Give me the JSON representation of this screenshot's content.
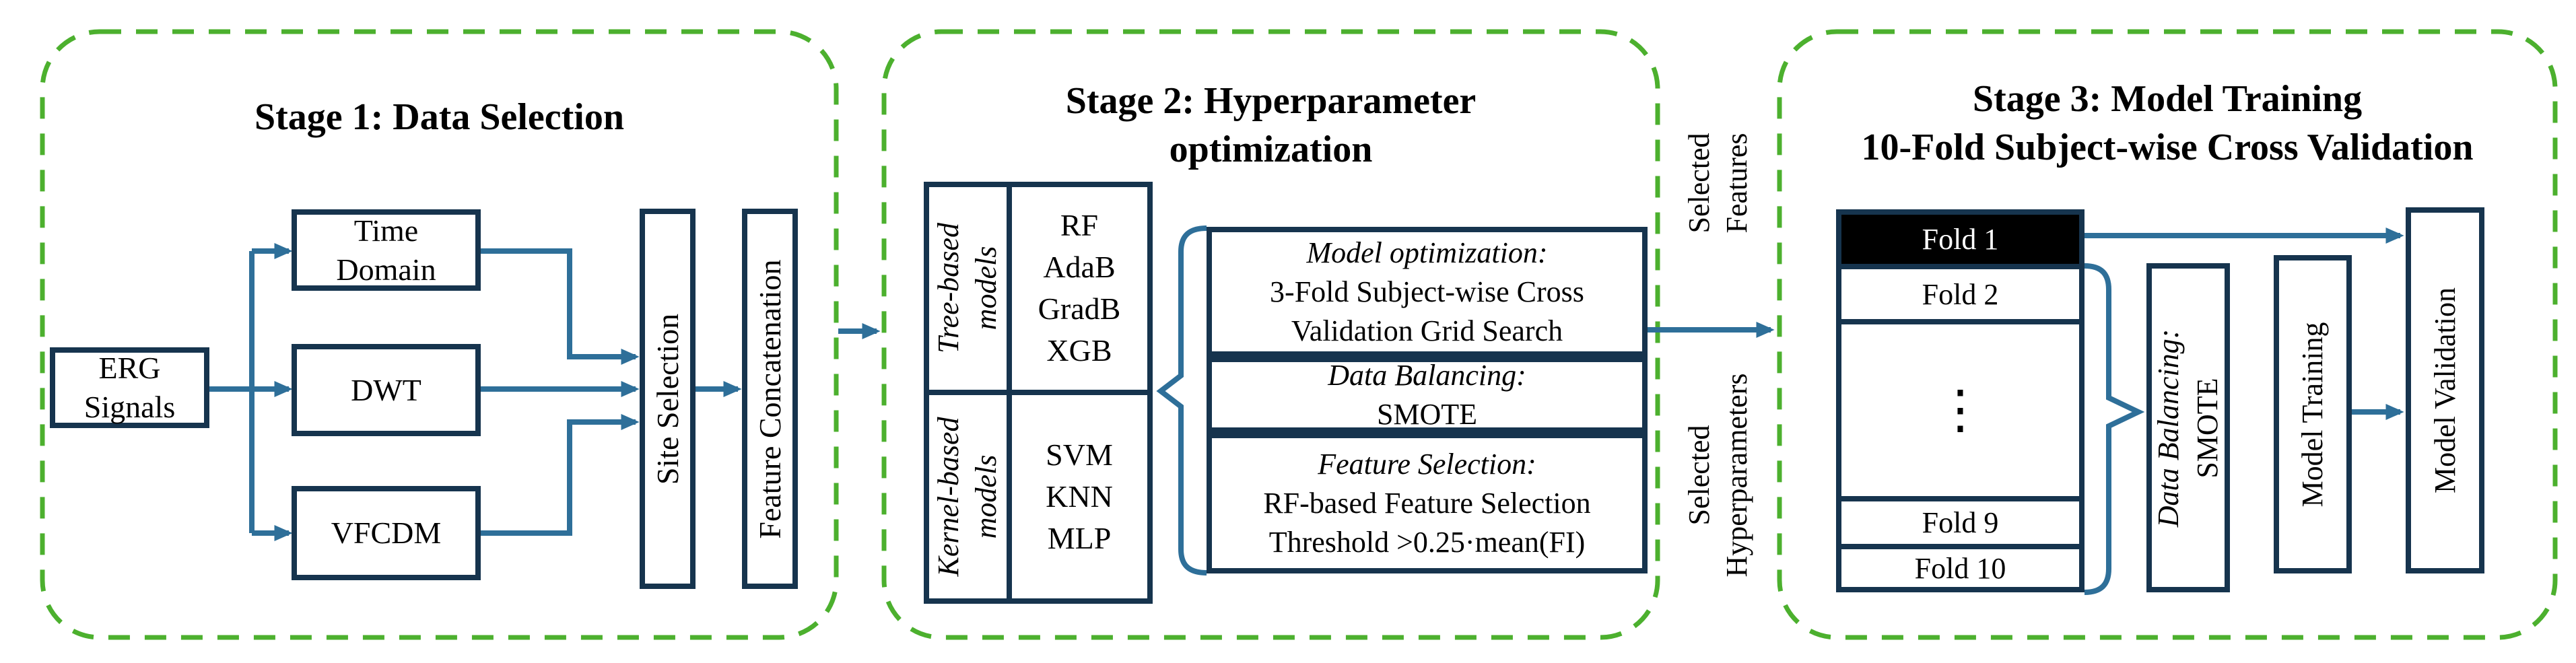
{
  "colors": {
    "stage_border_green": "#4cb02e",
    "box_border_navy": "#16344e",
    "arrow_blue": "#2e6f99",
    "fold1_fill_black": "#000000"
  },
  "stage1": {
    "title": "Stage 1: Data Selection",
    "erg": {
      "line1": "ERG",
      "line2": "Signals"
    },
    "time_domain": {
      "line1": "Time",
      "line2": "Domain"
    },
    "dwt": "DWT",
    "vfcdm": "VFCDM",
    "site_selection": "Site Selection",
    "feature_concatenation": "Feature Concatenation"
  },
  "stage2": {
    "title_line1": "Stage 2: Hyperparameter",
    "title_line2": "optimization",
    "tree_group": {
      "line1": "Tree-based",
      "line2": "models"
    },
    "tree_models": [
      "RF",
      "AdaB",
      "GradB",
      "XGB"
    ],
    "kernel_group": {
      "line1": "Kernel-based",
      "line2": "models"
    },
    "kernel_models": [
      "SVM",
      "KNN",
      "MLP"
    ],
    "model_optimization": {
      "heading": "Model optimization:",
      "line2": "3-Fold Subject-wise Cross",
      "line3": "Validation Grid Search"
    },
    "data_balancing": {
      "heading": "Data Balancing:",
      "line2": "SMOTE"
    },
    "feature_selection": {
      "heading": "Feature Selection:",
      "line2": "RF-based Feature Selection",
      "line3": "Threshold >0.25·mean(FI)"
    }
  },
  "transition": {
    "selected_features": {
      "line1": "Selected",
      "line2": "Features"
    },
    "selected_hyperparameters": {
      "line1": "Selected",
      "line2": "Hyperparameters"
    }
  },
  "stage3": {
    "title_line1": "Stage 3: Model Training",
    "title_line2": "10-Fold Subject-wise Cross Validation",
    "folds": [
      "Fold 1",
      "Fold 2",
      "⋮",
      "Fold 9",
      "Fold 10"
    ],
    "data_balancing": {
      "line1": "Data Balancing:",
      "line2": "SMOTE"
    },
    "model_training": "Model Training",
    "model_validation": "Model Validation"
  }
}
